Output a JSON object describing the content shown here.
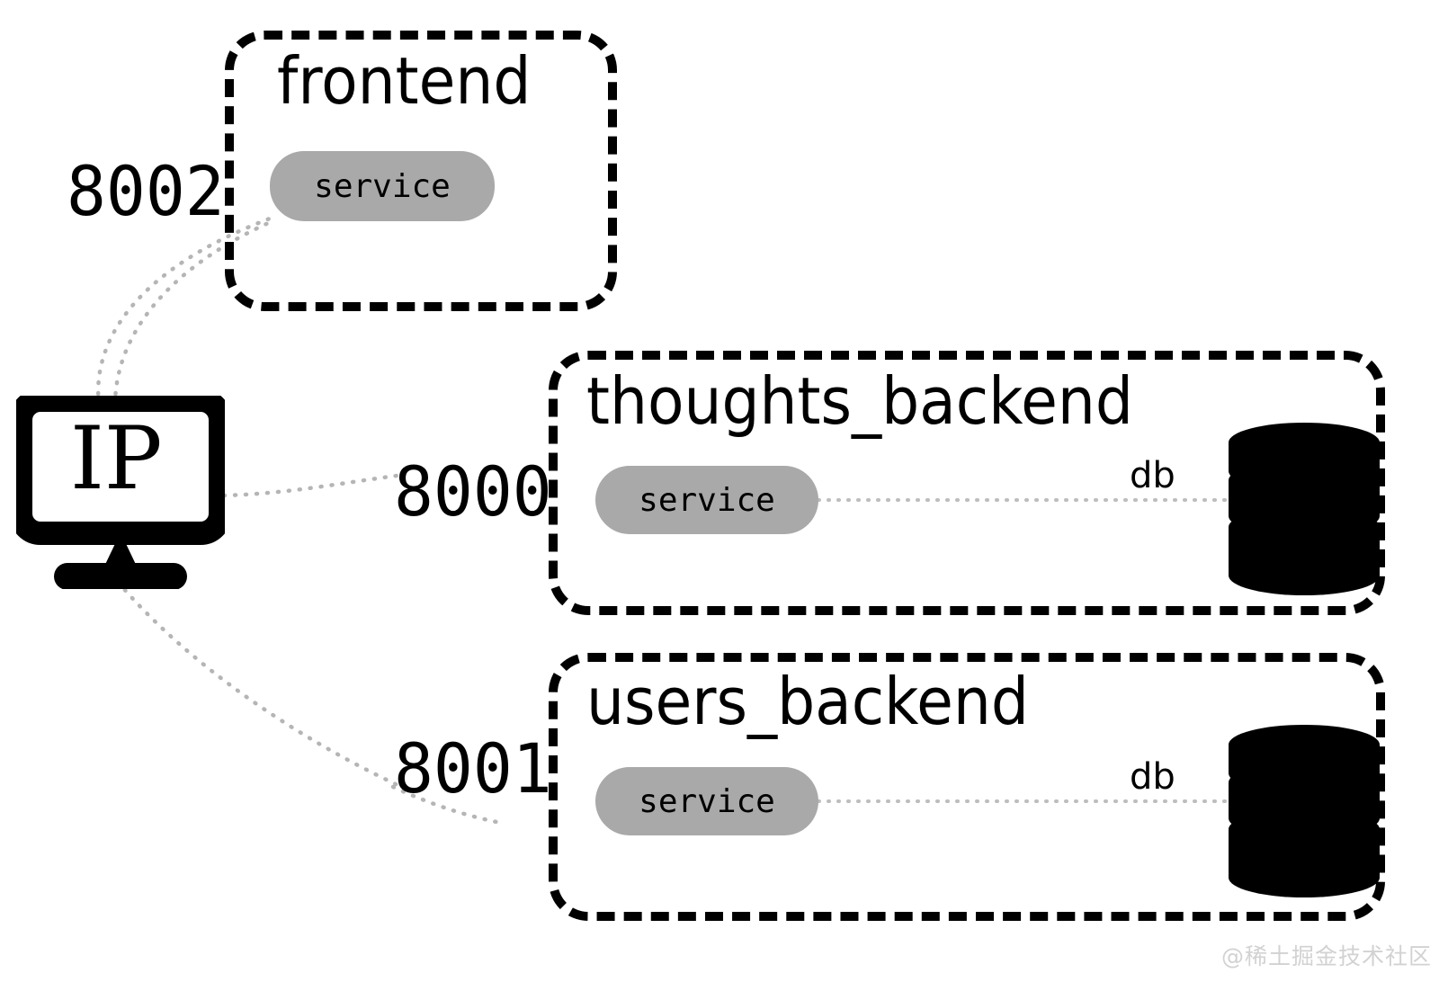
{
  "diagram": {
    "type": "architecture-diagram",
    "background_color": "#ffffff",
    "stroke_color": "#000000",
    "service_fill_color": "#a9a9a9",
    "connector_color": "#b0b0b0"
  },
  "client": {
    "icon": "monitor-icon",
    "label": "IP"
  },
  "groups": [
    {
      "id": "frontend",
      "title": "frontend",
      "service": {
        "label": "service",
        "icon": "service-pill"
      },
      "database": null,
      "port": "8002"
    },
    {
      "id": "thoughts_backend",
      "title": "thoughts_backend",
      "service": {
        "label": "service",
        "icon": "service-pill"
      },
      "database": {
        "label": "db",
        "icon": "database-cylinder-icon"
      },
      "port": "8000"
    },
    {
      "id": "users_backend",
      "title": "users_backend",
      "service": {
        "label": "service",
        "icon": "service-pill"
      },
      "database": {
        "label": "db",
        "icon": "database-cylinder-icon"
      },
      "port": "8001"
    }
  ],
  "connections": [
    {
      "from": "IP",
      "to": "frontend.service",
      "label": "8002"
    },
    {
      "from": "IP",
      "to": "thoughts_backend.service",
      "label": "8000"
    },
    {
      "from": "IP",
      "to": "users_backend.service",
      "label": "8001"
    },
    {
      "from": "thoughts_backend.service",
      "to": "thoughts_backend.db",
      "label": "db"
    },
    {
      "from": "users_backend.service",
      "to": "users_backend.db",
      "label": "db"
    }
  ],
  "watermark": "@稀土掘金技术社区"
}
